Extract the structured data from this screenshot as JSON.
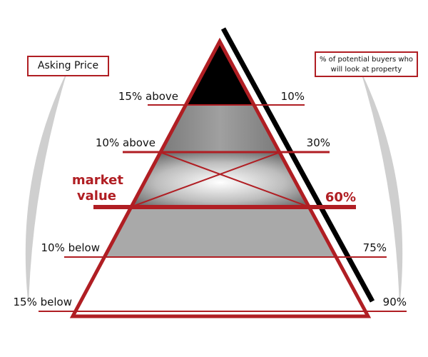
{
  "title_box": "Asking Price",
  "legend_box": [
    "% of potential buyers who",
    "will look at property"
  ],
  "levels": [
    {
      "price": "15% above",
      "buyers": "10%"
    },
    {
      "price": "10% above",
      "buyers": "30%"
    },
    {
      "price_line1": "market",
      "price_line2": "value",
      "buyers": "60%"
    },
    {
      "price": "10% below",
      "buyers": "75%"
    },
    {
      "price": "15% below",
      "buyers": "90%"
    }
  ],
  "colors": {
    "accent": "#b01e23",
    "black": "#000000",
    "grey": "#a9a9a9",
    "arc": "#cfcfcf"
  }
}
